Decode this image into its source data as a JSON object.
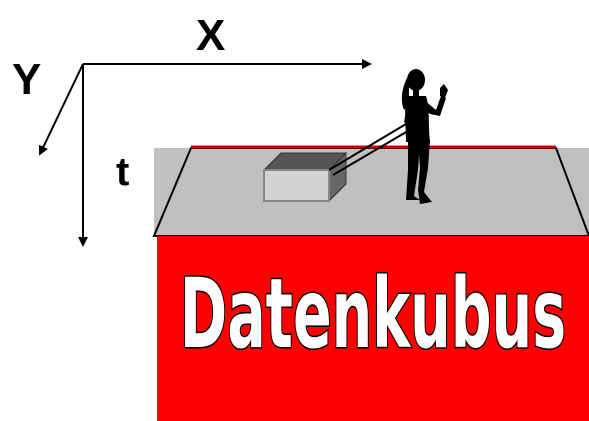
{
  "axes": {
    "x_label": "X",
    "y_label": "Y",
    "t_label": "t"
  },
  "cube": {
    "label": "Datenkubus"
  },
  "colors": {
    "axis": "#000000",
    "floor": "#c0c0c0",
    "front_face": "#ff0000",
    "floor_edge_top": "#cc0000",
    "cube_top": "#555555",
    "cube_side": "#666666",
    "cube_front": "#d4d4d4",
    "label_fill": "#ffffff",
    "label_stroke": "#000000",
    "silhouette": "#000000"
  },
  "icons": {
    "person": "person-silhouette-icon",
    "small_cube": "data-cube-icon"
  }
}
